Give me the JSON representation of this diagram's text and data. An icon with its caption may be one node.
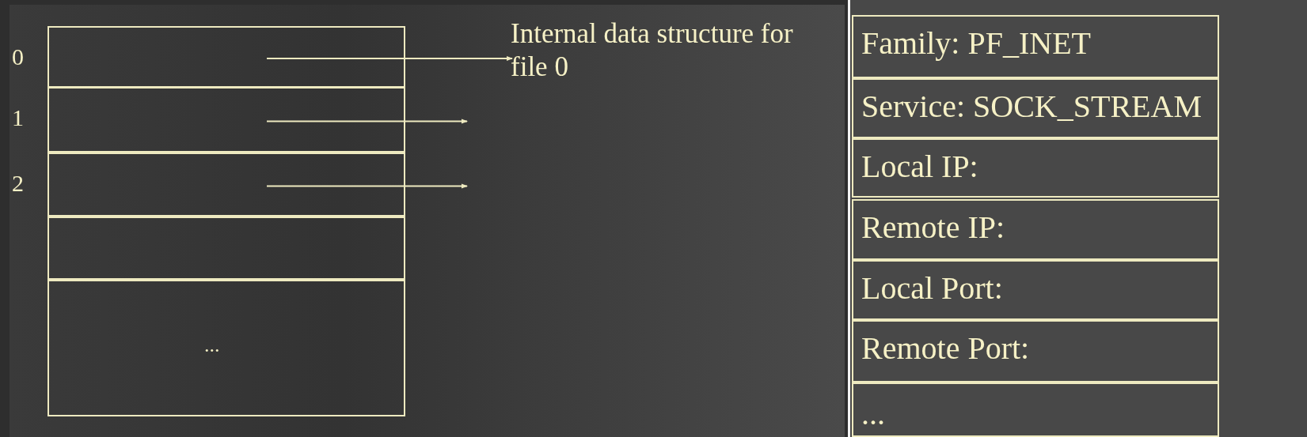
{
  "diagram": {
    "nodes": [
      {
        "text": [],
        "shape": "box",
        "beside": [
          "0"
        ]
      },
      {
        "text": [],
        "shape": "box",
        "beside": [
          "1"
        ]
      },
      {
        "text": [],
        "shape": "box",
        "beside": [
          "2"
        ]
      },
      {
        "text": [],
        "shape": "box"
      },
      {
        "text": [
          "..."
        ]
      },
      {
        "text": [
          "Internal data structure for file 0"
        ]
      },
      {
        "text": [
          "Family: PF_INET"
        ]
      },
      {
        "text": [
          "Service: SOCK_STREAM"
        ]
      },
      {
        "text": [
          "Local IP:"
        ]
      },
      {
        "text": [
          "Remote IP:"
        ]
      },
      {
        "text": [
          "Local Port:"
        ]
      },
      {
        "text": [
          "Remote Port:"
        ]
      },
      {
        "text": [
          "..."
        ]
      }
    ],
    "edges": [
      {
        "from": 0,
        "to": 5,
        "arrow": "to"
      },
      {
        "from": 1,
        "to": null,
        "arrow": "to"
      },
      {
        "from": 2,
        "to": null,
        "arrow": "to"
      }
    ]
  }
}
